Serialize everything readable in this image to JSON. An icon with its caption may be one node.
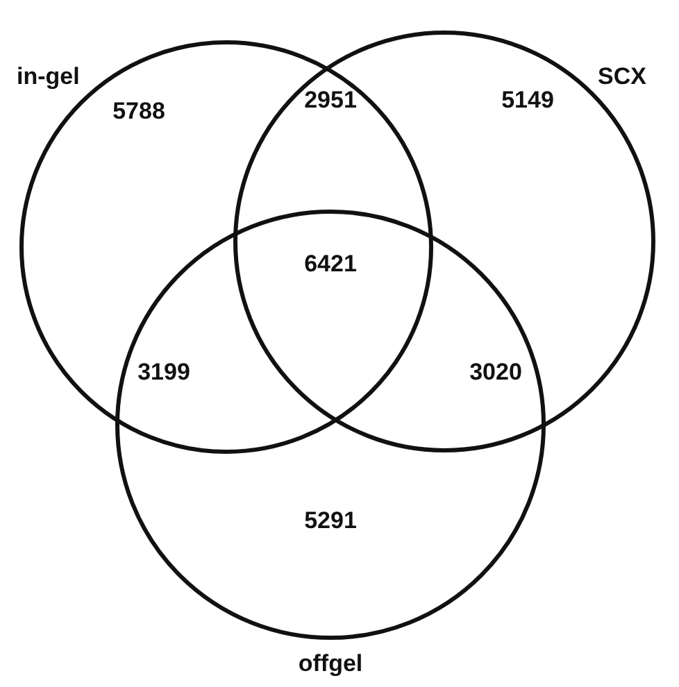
{
  "diagram": {
    "nodes": [
      {
        "text": [
          "in-gel"
        ]
      },
      {
        "text": [
          "SCX"
        ]
      },
      {
        "text": [
          "offgel"
        ]
      }
    ],
    "labels": [
      "5788",
      "2951",
      "5149",
      "6421",
      "3199",
      "3020",
      "5291"
    ]
  }
}
